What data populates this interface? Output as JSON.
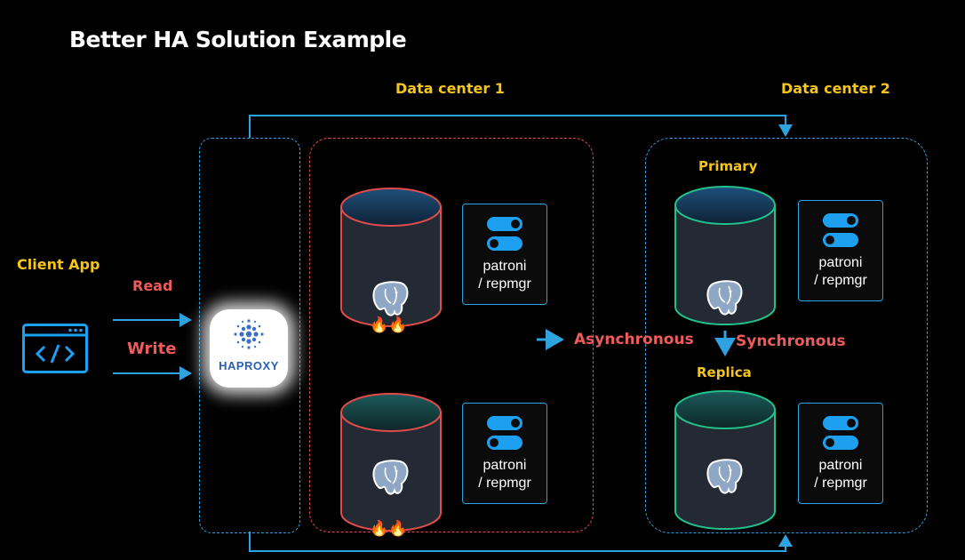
{
  "title": "Better HA Solution Example",
  "data_centers": {
    "dc1_label": "Data center 1",
    "dc2_label": "Data center 2"
  },
  "client": {
    "label": "Client App",
    "read_label": "Read",
    "write_label": "Write",
    "icon": "code-window-icon"
  },
  "proxy": {
    "label": "HAPROXY",
    "icon": "haproxy-logo"
  },
  "nodes": {
    "primary_label": "Primary",
    "replica_label": "Replica",
    "patroni_line1": "patroni",
    "patroni_line2": "/ repmgr",
    "db_icon": "postgresql-elephant-icon",
    "failure_icon": "fire-icon"
  },
  "replication": {
    "async_label": "Asynchronous",
    "sync_label": "Synchronous"
  },
  "colors": {
    "accent_blue": "#2fa2e0",
    "label_yellow": "#f5c51c",
    "failed_red": "#e04c4c",
    "healthy_green": "#22c08a"
  }
}
